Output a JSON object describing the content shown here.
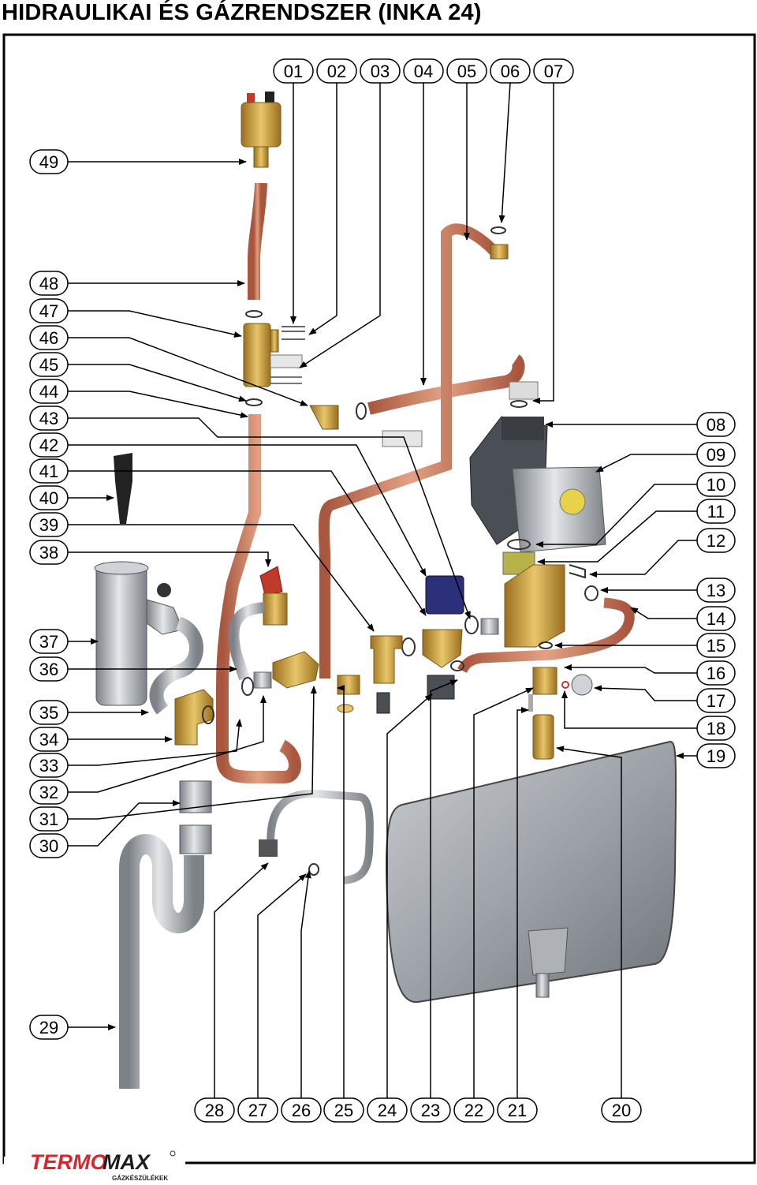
{
  "title": "HIDRAULIKAI ÉS GÁZRENDSZER (INKA 24)",
  "callouts": [
    "01",
    "02",
    "03",
    "04",
    "05",
    "06",
    "07",
    "08",
    "09",
    "10",
    "11",
    "12",
    "13",
    "14",
    "15",
    "16",
    "17",
    "18",
    "19",
    "20",
    "21",
    "22",
    "23",
    "24",
    "25",
    "26",
    "27",
    "28",
    "29",
    "30",
    "31",
    "32",
    "33",
    "34",
    "35",
    "36",
    "37",
    "38",
    "39",
    "40",
    "41",
    "42",
    "43",
    "44",
    "45",
    "46",
    "47",
    "48",
    "49"
  ],
  "logo": {
    "brand_left": "TERMO",
    "brand_right": "MAX",
    "tagline": "GÁZKÉSZÜLÉKEK",
    "colors": {
      "termo": "#d7262d",
      "max": "#1d1d1b"
    }
  },
  "colors": {
    "copper": "#c8765a",
    "brass": "#c89a3a",
    "grey": "#9aa0a6",
    "frame": "#000000"
  }
}
